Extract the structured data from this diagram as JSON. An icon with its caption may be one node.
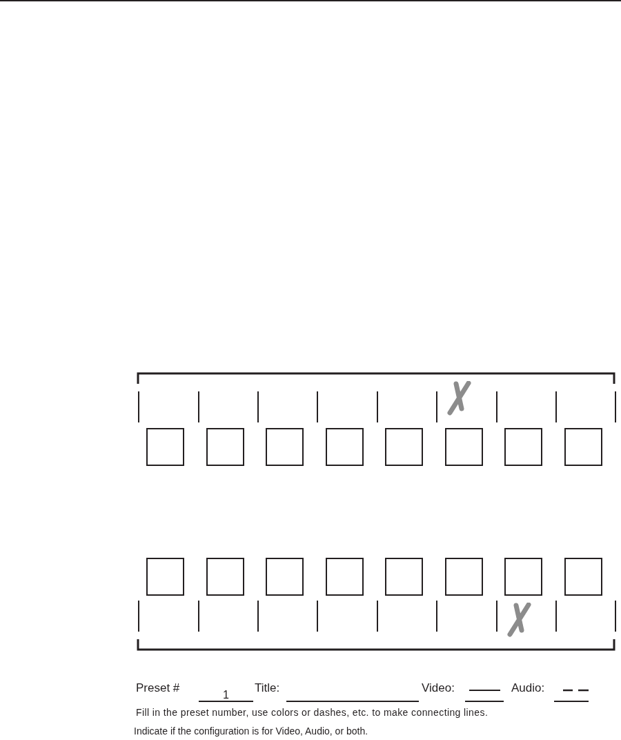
{
  "diagram": {
    "nodes": [
      {
        "text": [],
        "shape": "box"
      },
      {
        "text": [],
        "shape": "box"
      },
      {
        "text": [],
        "shape": "box"
      },
      {
        "text": [],
        "shape": "box"
      },
      {
        "text": [],
        "shape": "box"
      },
      {
        "text": [],
        "shape": "box"
      },
      {
        "text": [],
        "shape": "box"
      },
      {
        "text": [],
        "shape": "box"
      },
      {
        "text": [],
        "shape": "box"
      },
      {
        "text": [],
        "shape": "box"
      },
      {
        "text": [],
        "shape": "box"
      },
      {
        "text": [],
        "shape": "box"
      },
      {
        "text": [],
        "shape": "box"
      },
      {
        "text": [],
        "shape": "box"
      },
      {
        "text": [],
        "shape": "box"
      },
      {
        "text": [],
        "shape": "box"
      }
    ],
    "labels": [
      "Preset #",
      "1",
      "Title:",
      "Video:",
      "Audio:",
      "Fill in the preset number, use colors or dashes, etc. to make connecting lines.",
      "Indicate if the configuration is for Video, Audio, or both."
    ]
  }
}
